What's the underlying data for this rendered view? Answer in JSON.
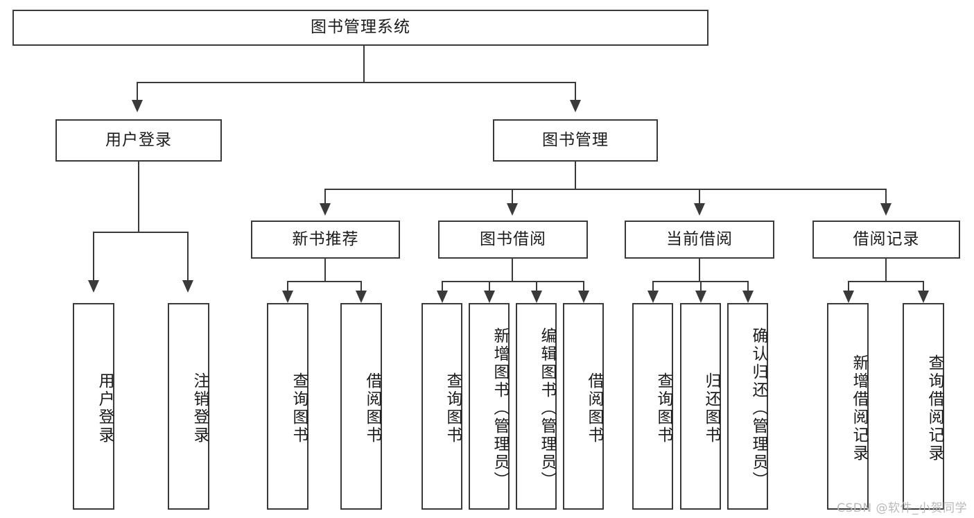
{
  "diagram": {
    "type": "tree-hierarchy",
    "title": "图书管理系统",
    "watermark": "CSDN @软件_小贺同学",
    "colors": {
      "box_border": "#3a3a3a",
      "box_fill": "#ffffff",
      "line": "#3a3a3a",
      "text": "#1b1b1b",
      "watermark": "#b9b9b9"
    }
  },
  "nodes": {
    "root": {
      "label": "图书管理系统",
      "level": 1
    },
    "level2": [
      {
        "id": "user-login",
        "label": "用户登录"
      },
      {
        "id": "book-management",
        "label": "图书管理"
      }
    ],
    "level3": [
      {
        "id": "new-book-recommend",
        "label": "新书推荐"
      },
      {
        "id": "book-borrow",
        "label": "图书借阅"
      },
      {
        "id": "current-borrow",
        "label": "当前借阅"
      },
      {
        "id": "borrow-record",
        "label": "借阅记录"
      }
    ],
    "leaves": {
      "user-login": [
        {
          "id": "leaf-user-login",
          "label": "用户登录"
        },
        {
          "id": "leaf-logout-login",
          "label": "注销登录"
        }
      ],
      "new-book-recommend": [
        {
          "id": "leaf-query-book-1",
          "label": "查询图书"
        },
        {
          "id": "leaf-borrow-book-1",
          "label": "借阅图书"
        }
      ],
      "book-borrow": [
        {
          "id": "leaf-query-book-2",
          "label": "查询图书"
        },
        {
          "id": "leaf-add-book",
          "label": "新增图书（管理员）"
        },
        {
          "id": "leaf-edit-book",
          "label": "编辑图书（管理员）"
        },
        {
          "id": "leaf-borrow-book-2",
          "label": "借阅图书"
        }
      ],
      "current-borrow": [
        {
          "id": "leaf-query-book-3",
          "label": "查询图书"
        },
        {
          "id": "leaf-return-book",
          "label": "归还图书"
        },
        {
          "id": "leaf-confirm-return",
          "label": "确认归还（管理员）"
        }
      ],
      "borrow-record": [
        {
          "id": "leaf-add-record",
          "label": "新增借阅记录"
        },
        {
          "id": "leaf-query-record",
          "label": "查询借阅记录"
        }
      ]
    }
  }
}
